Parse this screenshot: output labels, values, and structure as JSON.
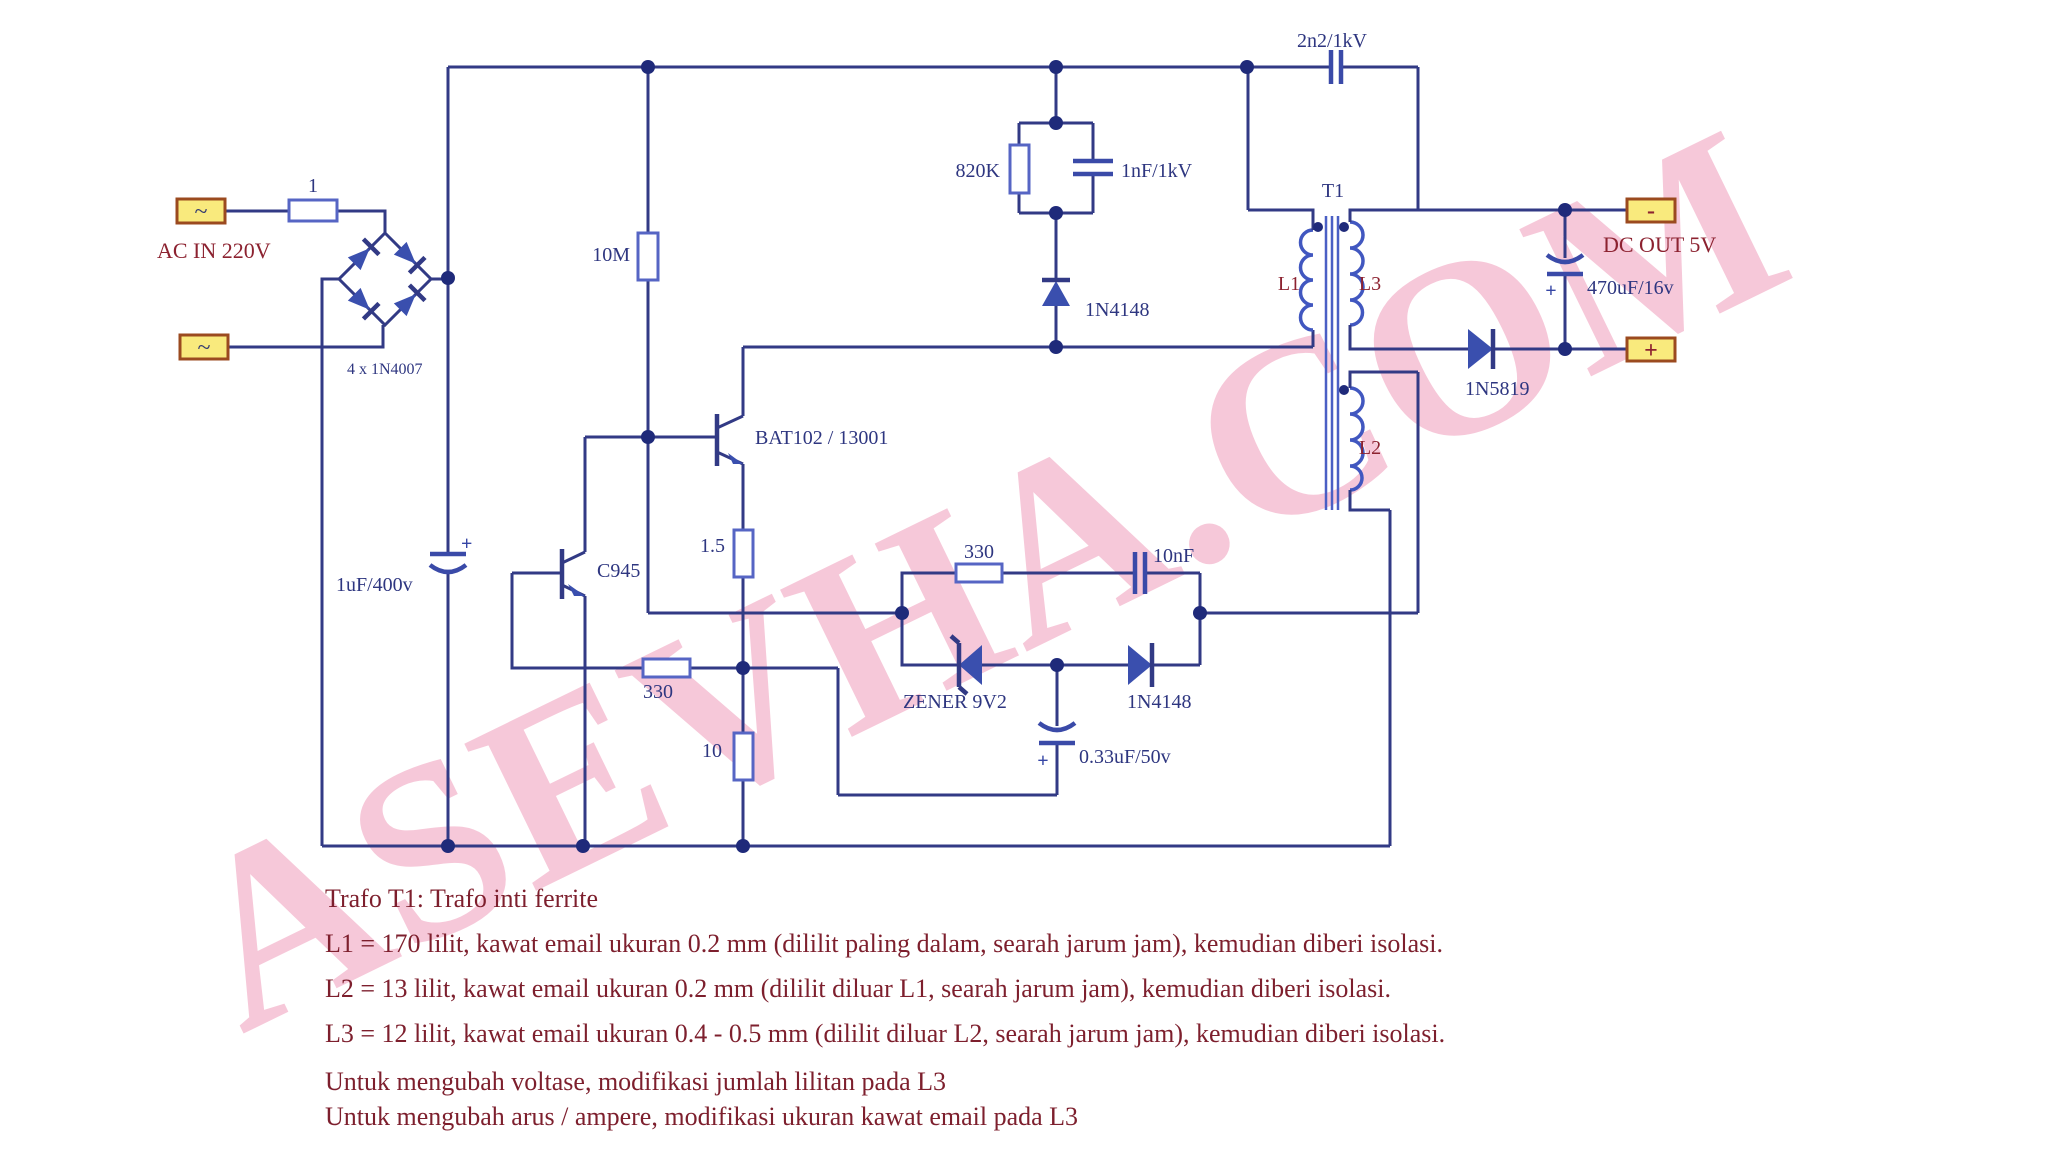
{
  "watermark": "ASEVHA.COM",
  "schematic": {
    "ac_input": {
      "label": "AC IN 220V",
      "terminal_top_symbol": "~",
      "terminal_bottom_symbol": "~",
      "fuse": "1",
      "bridge": "4 x 1N4007"
    },
    "bulk_cap": {
      "value": "1uF/400v",
      "polarity": "+"
    },
    "startup_resistor": "10M",
    "transistors": {
      "main": "BAT102 / 13001",
      "driver": "C945"
    },
    "resistors": {
      "emitter": "1.5",
      "base": "330",
      "sense": "10"
    },
    "snubber": {
      "resistor": "820K",
      "capacitor": "1nF/1kV",
      "diode": "1N4148"
    },
    "coupling_cap": "2n2/1kV",
    "feedback": {
      "resistor": "330",
      "capacitor": "10nF",
      "zener": "ZENER 9V2",
      "diode": "1N4148",
      "delay_cap": "0.33uF/50v",
      "delay_cap_polarity": "+"
    },
    "transformer": {
      "name": "T1",
      "primary": "L1",
      "secondary": "L3",
      "aux": "L2"
    },
    "output": {
      "diode": "1N5819",
      "cap": "470uF/16v",
      "cap_polarity": "+",
      "label": "DC OUT 5V",
      "terminal_neg_symbol": "-",
      "terminal_pos_symbol": "+"
    }
  },
  "notes": {
    "title": "Trafo T1: Trafo inti ferrite",
    "l1": "L1 = 170 lilit, kawat email ukuran 0.2 mm (dililit paling dalam, searah jarum jam), kemudian diberi isolasi.",
    "l2": "L2 = 13 lilit, kawat email ukuran 0.2 mm (dililit diluar L1, searah jarum jam), kemudian diberi isolasi.",
    "l3": "L3 = 12 lilit, kawat email ukuran 0.4 - 0.5 mm (dililit diluar L2, searah jarum jam), kemudian diberi isolasi.",
    "tip_voltage": "Untuk mengubah voltase, modifikasi jumlah lilitan pada L3",
    "tip_current": "Untuk mengubah arus / ampere, modifikasi ukuran kawat email pada L3"
  },
  "colors": {
    "wire": "#323a85",
    "symbol_fill": "#3a4fae",
    "junction": "#1f2a7a",
    "terminal_fill": "#f9ea7d",
    "terminal_border": "#9b4a1f",
    "accent_text": "#8c2230",
    "watermark_pink": "#f6c3d5"
  }
}
